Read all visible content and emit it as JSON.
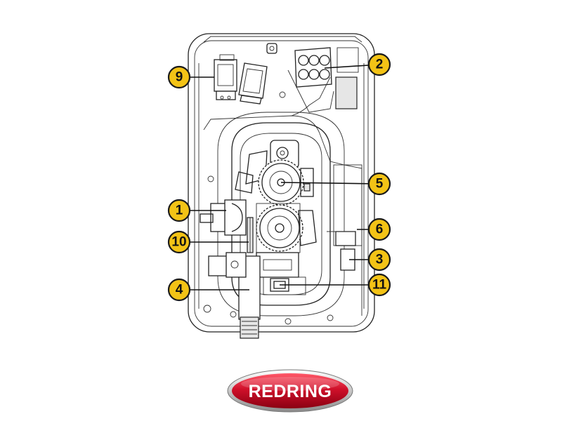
{
  "callouts": [
    {
      "id": "1",
      "label": "1"
    },
    {
      "id": "2",
      "label": "2"
    },
    {
      "id": "3",
      "label": "3"
    },
    {
      "id": "4",
      "label": "4"
    },
    {
      "id": "5",
      "label": "5"
    },
    {
      "id": "6",
      "label": "6"
    },
    {
      "id": "9",
      "label": "9"
    },
    {
      "id": "10",
      "label": "10"
    },
    {
      "id": "11",
      "label": "11"
    }
  ],
  "logo": {
    "text": "REDRING"
  },
  "colors": {
    "callout": "#f3c316",
    "logo_red": "#c8102e",
    "line": "#222222"
  }
}
